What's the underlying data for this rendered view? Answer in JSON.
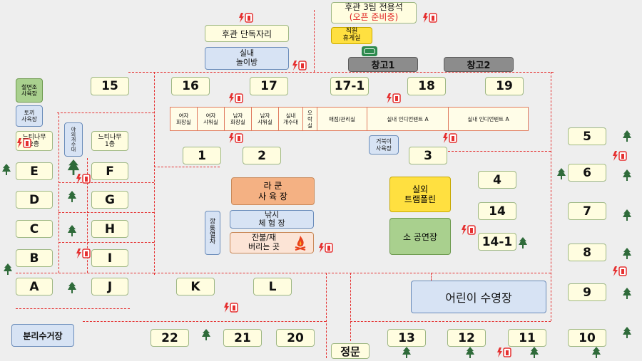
{
  "buildings": {
    "rear_team": {
      "line1": "후관 3팀 전용석",
      "line2": "(오픈 준비중)"
    },
    "rear_single": "후관 단독자리",
    "indoor_play": "실내\n놀이방",
    "staff_lounge": "직원\n휴게실",
    "warehouse1": "창고1",
    "warehouse2": "창고2",
    "cheolmyeonjo": "철면조\n사육장",
    "rabbit": "토끼\n사육장",
    "zelkova_2f_left": "느티나무\n2층",
    "zelkova_1f": "느티나무\n1층",
    "outdoor_sink": "야\n외\n개\n수\n대",
    "turtle": "거북이\n사육장",
    "raccoon": "라 쿤\n사 육 장",
    "fishing": "낚시\n체 험 장",
    "ash": "잔불/재\n버리는 곳",
    "can_train": "깡\n통\n열\n차",
    "trampoline": "실외\n트램폴린",
    "small_park": "소 공연장",
    "kids_pool": "어린이 수영장",
    "recycle": "분리수거장",
    "main_gate": "정문"
  },
  "facilities": [
    "여자\n화장실",
    "여자\n샤워실",
    "남자\n화장실",
    "남자\n샤워실",
    "실내\n개수대",
    "오\n락\n실",
    "매점/관리실",
    "실내 인디언텐트 A",
    "실내 인디언텐트 A"
  ],
  "sites": {
    "s15": "15",
    "s16": "16",
    "s17": "17",
    "s17_1": "17-1",
    "s18": "18",
    "s19": "19",
    "s1": "1",
    "s2": "2",
    "s3": "3",
    "s4": "4",
    "s14": "14",
    "s14_1": "14-1",
    "s5": "5",
    "s6": "6",
    "s7": "7",
    "s8": "8",
    "s9": "9",
    "s10": "10",
    "s11": "11",
    "s12": "12",
    "s13": "13",
    "s20": "20",
    "s21": "21",
    "s22": "22",
    "sE": "E",
    "sF": "F",
    "sD": "D",
    "sG": "G",
    "sC": "C",
    "sH": "H",
    "sB": "B",
    "sI": "I",
    "sA": "A",
    "sJ": "J",
    "sK": "K",
    "sL": "L"
  },
  "colors": {
    "dash": "#e53030",
    "extinguisher": "#e53030",
    "tree": "#2f6b3a"
  },
  "icons": [
    "fire-extinguisher-icon",
    "lightning-icon",
    "tree-icon",
    "campfire-icon",
    "vending-icon"
  ]
}
